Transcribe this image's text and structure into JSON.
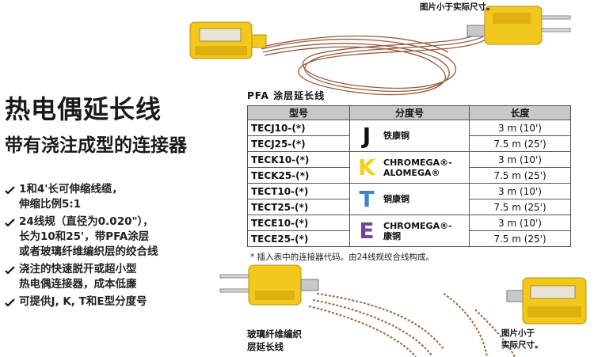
{
  "captions": {
    "top_right": "图片小于实际尺寸。",
    "bottom_left": "玻璃纤维编织\n层延长线",
    "bottom_right": "图片小于\n实际尺寸。"
  },
  "heading": {
    "title": "热电偶延长线",
    "subtitle": "带有浇注成型的连接器"
  },
  "bullets": [
    "1和4'长可伸缩线缆，\n伸缩比例5:1",
    "24线规（直径为0.020\"），\n长为10和25'，带PFA涂层\n或者玻璃纤维编织层的绞合线",
    "浇注的快速脱开或超小型\n热电偶连接器，成本低廉",
    "可提供J, K, T和E型分度号"
  ],
  "table": {
    "caption": "PFA 涂层延长线",
    "headers": [
      "型号",
      "分度号",
      "长度"
    ],
    "groups": [
      {
        "letter": "J",
        "letter_color": "#111111",
        "name": "铁康铜",
        "rows": [
          {
            "model": "TECJ10-(*)",
            "length": "3 m (10')"
          },
          {
            "model": "TECJ25-(*)",
            "length": "7.5 m (25')"
          }
        ]
      },
      {
        "letter": "K",
        "letter_color": "#f2d21a",
        "name": "CHROMEGA®-\nALOMEGA®",
        "rows": [
          {
            "model": "TECK10-(*)",
            "length": "3 m (10')"
          },
          {
            "model": "TECK25-(*)",
            "length": "7.5 m (25')"
          }
        ]
      },
      {
        "letter": "T",
        "letter_color": "#3a86c8",
        "name": "铜康铜",
        "rows": [
          {
            "model": "TECT10-(*)",
            "length": "3 m (10')"
          },
          {
            "model": "TECT25-(*)",
            "length": "7.5 m (25')"
          }
        ]
      },
      {
        "letter": "E",
        "letter_color": "#7a3f9a",
        "name": "CHROMEGA®-\n康铜",
        "rows": [
          {
            "model": "TECE10-(*)",
            "length": "3 m (10')"
          },
          {
            "model": "TECE25-(*)",
            "length": "7.5 m (25')"
          }
        ]
      }
    ],
    "footnote": "* 插入表中的连接器代码。由24线规绞合线构成。"
  },
  "colors": {
    "connector_yellow": "#f2c81c",
    "cable_brown": "#8a4a2a",
    "header_gray": "#c8c8c8"
  }
}
